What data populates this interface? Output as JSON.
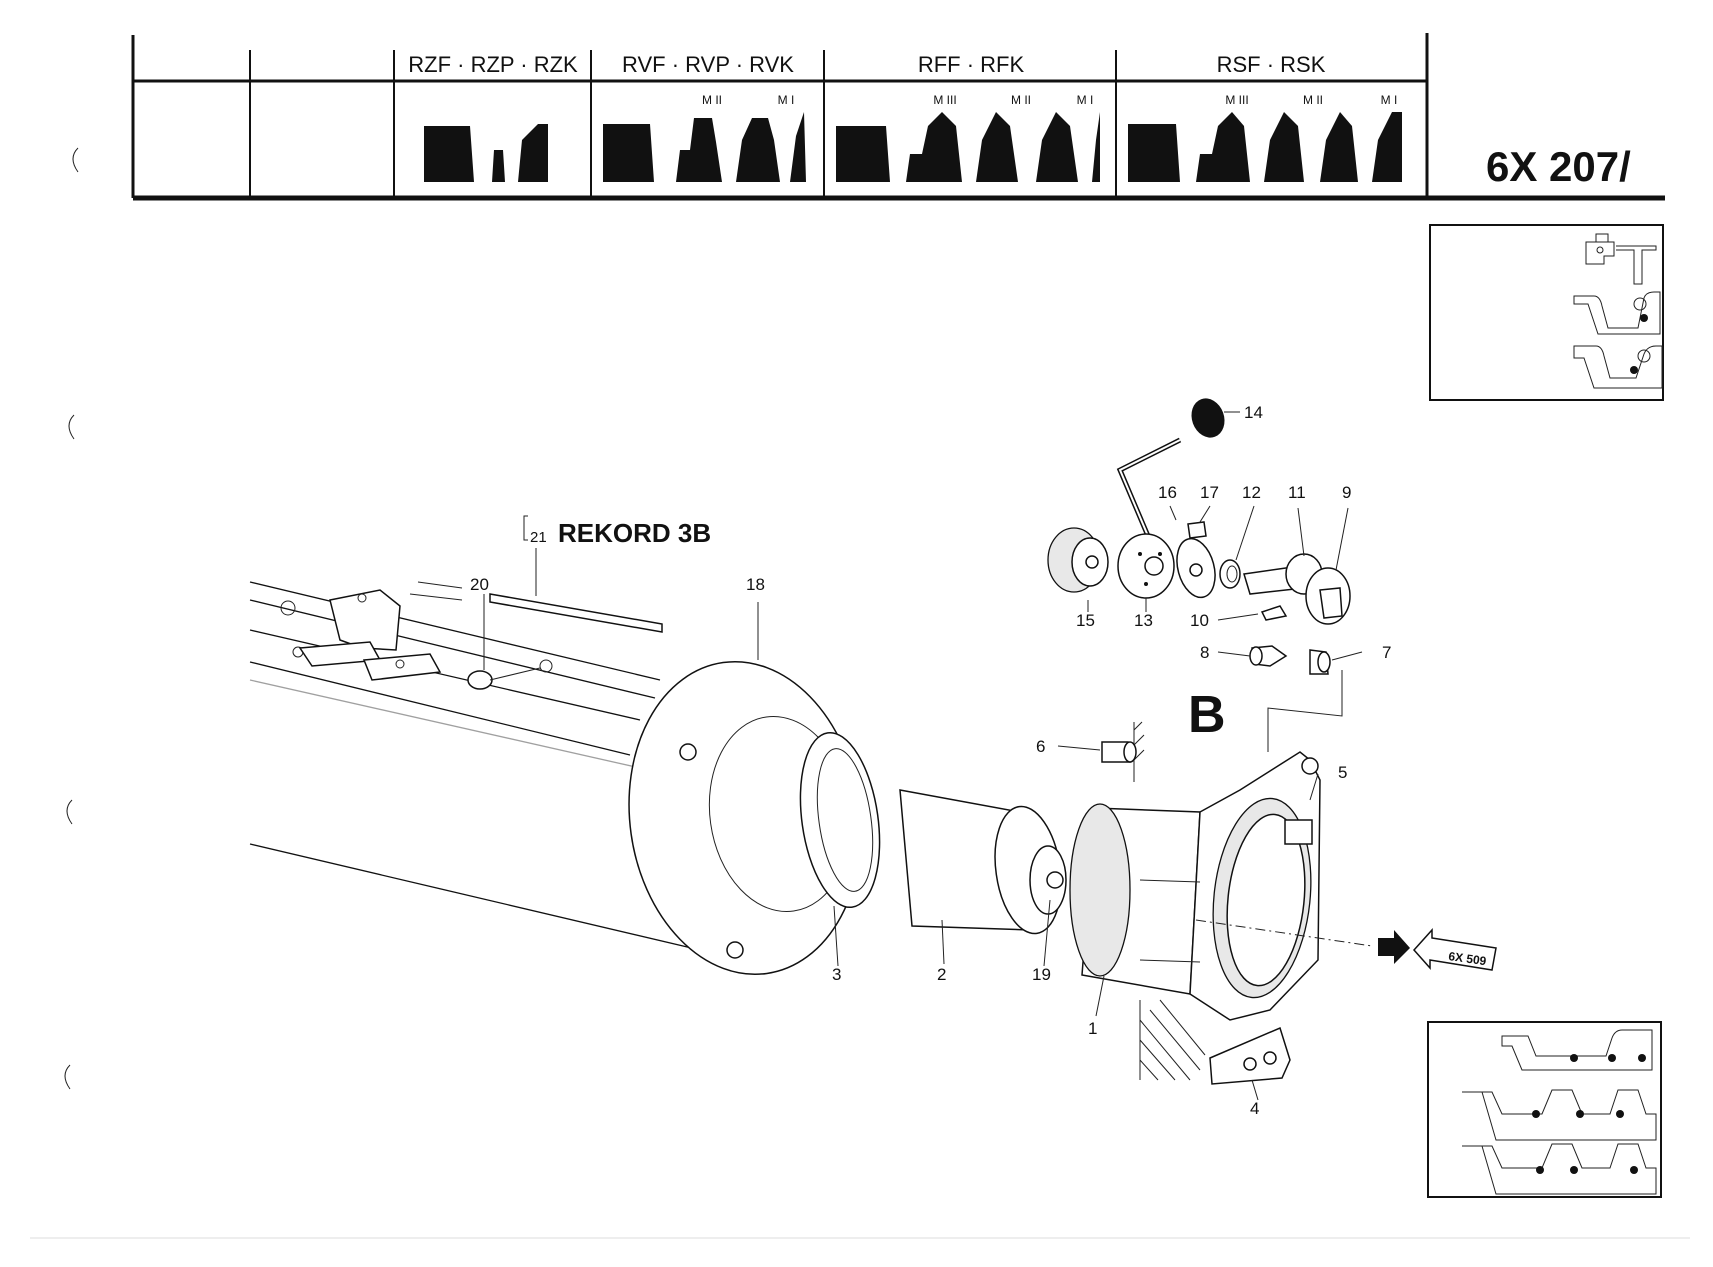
{
  "header": {
    "groups": [
      {
        "title": "RZF · RZP · RZK",
        "subs": []
      },
      {
        "title": "RVF · RVP · RVK",
        "subs": [
          "M II",
          "M I"
        ]
      },
      {
        "title": "RFF · RFK",
        "subs": [
          "M III",
          "M II",
          "M I"
        ]
      },
      {
        "title": "RSF · RSK",
        "subs": [
          "M III",
          "M II",
          "M I"
        ]
      }
    ],
    "page_code": "6X 207/"
  },
  "diagram": {
    "view_label": "B",
    "title_prefix": "21",
    "title": "REKORD 3B",
    "reference": "6X 509",
    "callouts": {
      "c1": "1",
      "c2": "2",
      "c3": "3",
      "c4": "4",
      "c5": "5",
      "c6": "6",
      "c7": "7",
      "c8": "8",
      "c9": "9",
      "c10": "10",
      "c11": "11",
      "c12": "12",
      "c13": "13",
      "c14": "14",
      "c15": "15",
      "c16": "16",
      "c17": "17",
      "c18": "18",
      "c19": "19",
      "c20": "20"
    }
  },
  "icons": {
    "hole_mark": "binder-hole-mark-icon",
    "profile": "profile-silhouette-icon",
    "arrow": "reference-arrow-icon",
    "thumbnail": "machine-thumbnail-icon"
  }
}
